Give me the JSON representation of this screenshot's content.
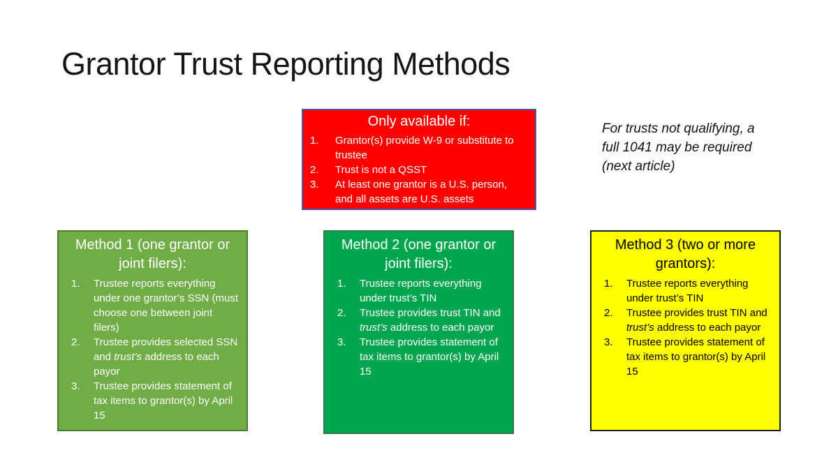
{
  "slide": {
    "title": "Grantor Trust Reporting Methods",
    "background_color": "#FFFFFF",
    "note": {
      "segments": [
        {
          "t": "For trusts not qualifying, a"
        },
        {
          "br": true
        },
        {
          "t": "full 1041 may be required"
        },
        {
          "br": true
        },
        {
          "t": "(next article)"
        }
      ]
    },
    "condition_box": {
      "fill": "#FE0000",
      "border": "#3E5CA6",
      "text_color": "#FFFFFF",
      "heading_segments": [
        {
          "t": "Only available if:"
        }
      ],
      "items": [
        [
          {
            "t": "Grantor(s) provide W-9 or substitute to"
          },
          {
            "br": true
          },
          {
            "t": "trustee"
          }
        ],
        [
          {
            "t": "Trust is not a QSST"
          }
        ],
        [
          {
            "t": "At least one grantor is a U.S. person,"
          },
          {
            "br": true
          },
          {
            "t": "and all assets are U.S. assets"
          }
        ]
      ]
    },
    "method_boxes": [
      {
        "fill": "#70AD47",
        "border": "#4E7A31",
        "text_color": "#FFFFFF",
        "heading_segments": [
          {
            "t": "Method 1 (one grantor or"
          },
          {
            "br": true
          },
          {
            "t": "joint filers):"
          }
        ],
        "items": [
          [
            {
              "t": "Trustee reports everything"
            },
            {
              "br": true
            },
            {
              "t": "under one grantor’s SSN (must"
            },
            {
              "br": true
            },
            {
              "t": "choose one between joint"
            },
            {
              "br": true
            },
            {
              "t": "filers)"
            }
          ],
          [
            {
              "t": "Trustee provides selected SSN"
            },
            {
              "br": true
            },
            {
              "t": "and "
            },
            {
              "t": "trust’s",
              "i": true
            },
            {
              "t": " address to each"
            },
            {
              "br": true
            },
            {
              "t": "payor"
            }
          ],
          [
            {
              "t": "Trustee provides statement of"
            },
            {
              "br": true
            },
            {
              "t": "tax items to grantor(s) by April"
            },
            {
              "br": true
            },
            {
              "t": "15"
            }
          ]
        ]
      },
      {
        "fill": "#00A64F",
        "border": "#2E7B45",
        "text_color": "#FFFFFF",
        "heading_segments": [
          {
            "t": "Method 2 (one grantor or"
          },
          {
            "br": true
          },
          {
            "t": "joint filers):"
          }
        ],
        "items": [
          [
            {
              "t": "Trustee reports everything"
            },
            {
              "br": true
            },
            {
              "t": "under trust’s TIN"
            }
          ],
          [
            {
              "t": "Trustee provides trust TIN and"
            },
            {
              "br": true
            },
            {
              "t": "trust’s",
              "i": true
            },
            {
              "t": " address to each payor"
            }
          ],
          [
            {
              "t": "Trustee provides statement of"
            },
            {
              "br": true
            },
            {
              "t": "tax items to grantor(s) by April"
            },
            {
              "br": true
            },
            {
              "t": "15"
            }
          ]
        ]
      },
      {
        "fill": "#FFFF00",
        "border": "#1C1C1C",
        "text_color": "#000000",
        "heading_segments": [
          {
            "t": "Method 3 (two or more"
          },
          {
            "br": true
          },
          {
            "t": "grantors):"
          }
        ],
        "items": [
          [
            {
              "t": "Trustee reports everything"
            },
            {
              "br": true
            },
            {
              "t": "under trust’s TIN"
            }
          ],
          [
            {
              "t": "Trustee provides trust TIN and"
            },
            {
              "br": true
            },
            {
              "t": "trust’s",
              "i": true
            },
            {
              "t": " address to each payor"
            }
          ],
          [
            {
              "t": "Trustee provides statement of"
            },
            {
              "br": true
            },
            {
              "t": "tax items to grantor(s) by April"
            },
            {
              "br": true
            },
            {
              "t": "15"
            }
          ]
        ]
      }
    ]
  }
}
